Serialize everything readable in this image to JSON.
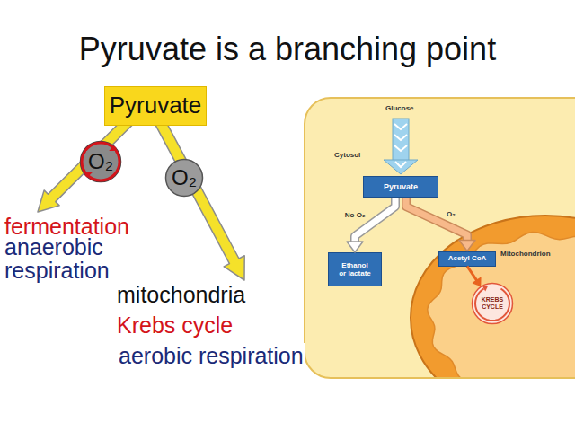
{
  "diagram": {
    "title": "Pyruvate is a branching point",
    "nodes": [
      {
        "text": [
          "Pyruvate"
        ]
      },
      {
        "text": [
          "O₂"
        ]
      },
      {
        "text": [
          "O₂"
        ]
      },
      {
        "text": [
          "Cytosol"
        ]
      },
      {
        "text": [
          "Pyruvate"
        ],
        "in": 3
      },
      {
        "text": [
          "Ethanol or lactate"
        ],
        "in": 3
      },
      {
        "text": [
          "Mitochondrion"
        ],
        "in": 3
      },
      {
        "text": [
          "Acetyl CoA"
        ],
        "in": 6
      },
      {
        "text": [
          "KREBS CYCLE"
        ],
        "in": 6
      }
    ],
    "edges": [
      {
        "from": 4,
        "to": 5,
        "label": "No O₂",
        "arrow": "to"
      },
      {
        "from": 4,
        "to": 7,
        "label": "O₂",
        "arrow": "to"
      },
      {
        "from": 7,
        "to": 8,
        "arrow": "to"
      }
    ],
    "labels": [
      "Glucose",
      "fermentation",
      "anaerobic respiration",
      "mitochondria",
      "Krebs cycle",
      "aerobic respiration"
    ]
  }
}
